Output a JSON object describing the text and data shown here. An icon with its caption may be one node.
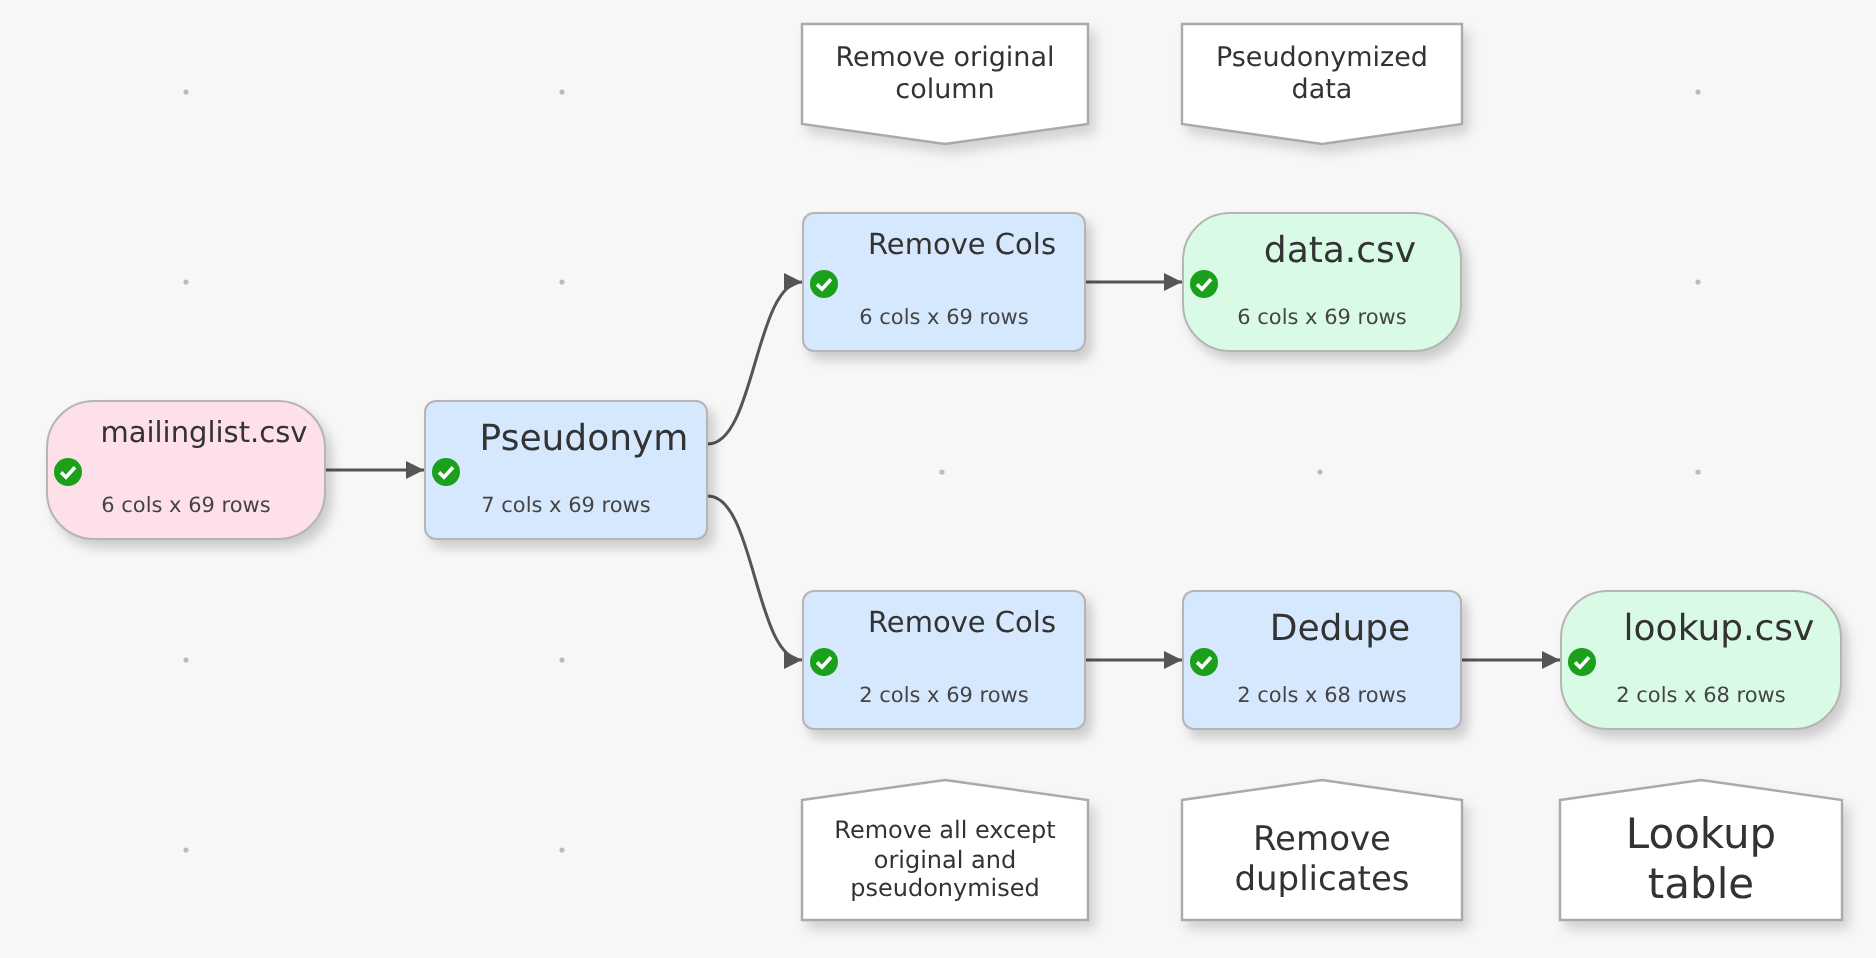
{
  "diagram": {
    "nodes": [
      {
        "text": [
          "Remove original column"
        ]
      },
      {
        "text": [
          "Pseudonymized data"
        ]
      },
      {
        "text": [
          "Remove Cols",
          "6 cols x 69 rows"
        ]
      },
      {
        "text": [
          "data.csv",
          "6 cols x 69 rows"
        ]
      },
      {
        "text": [
          "mailinglist.csv",
          "6 cols x 69 rows"
        ]
      },
      {
        "text": [
          "Pseudonym",
          "7 cols x 69 rows"
        ]
      },
      {
        "text": [
          "Remove Cols",
          "2 cols x 69 rows"
        ]
      },
      {
        "text": [
          "Dedupe",
          "2 cols x 68 rows"
        ]
      },
      {
        "text": [
          "lookup.csv",
          "2 cols x 68 rows"
        ]
      },
      {
        "text": [
          "Remove all except original and pseudonymised"
        ]
      },
      {
        "text": [
          "Remove duplicates"
        ]
      },
      {
        "text": [
          "Lookup table"
        ]
      }
    ],
    "edges": [
      {
        "from": 4,
        "to": 5,
        "arrow": "to"
      },
      {
        "from": 5,
        "to": 2,
        "arrow": "to"
      },
      {
        "from": 2,
        "to": 3,
        "arrow": "to"
      },
      {
        "from": 5,
        "to": 6,
        "arrow": "to"
      },
      {
        "from": 6,
        "to": 7,
        "arrow": "to"
      },
      {
        "from": 7,
        "to": 8,
        "arrow": "to"
      }
    ]
  }
}
